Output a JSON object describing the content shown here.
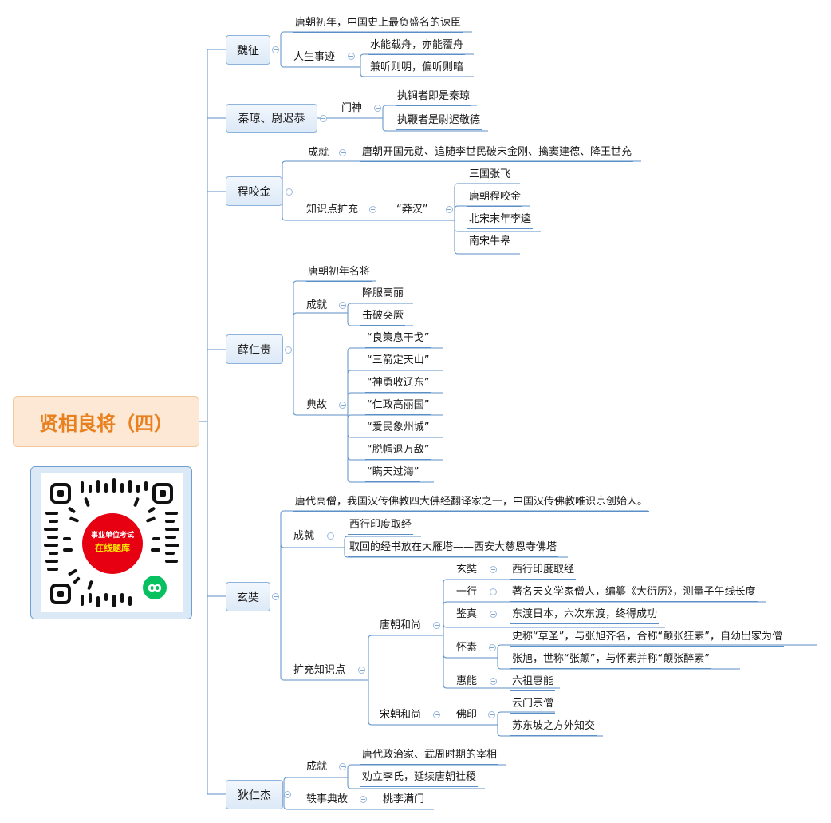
{
  "title": "贤相良将（四）",
  "qr": {
    "badge_line1": "事业单位考试",
    "badge_line2": "在线题库",
    "mini_icon": "wechat-miniprogram-icon"
  },
  "colors": {
    "root_fill": "#fde8d5",
    "root_text": "#e8801e",
    "line": "#5b8fc7",
    "box_fill": "#dce9f7"
  },
  "weizheng": {
    "name": "魏征",
    "intro": "唐朝初年，中国史上最负盛名的谏臣",
    "life": "人生事迹",
    "life_items": [
      "水能载舟，亦能覆舟",
      "兼听则明，偏听则暗"
    ]
  },
  "qinyu": {
    "name": "秦琼、尉迟恭",
    "door": "门神",
    "door_items": [
      "执锏者即是秦琼",
      "执鞭者是尉迟敬德"
    ]
  },
  "cheng": {
    "name": "程咬金",
    "achieve": "成就",
    "achieve_text": "唐朝开国元勋、追随李世民破宋金刚、擒窦建德、降王世充",
    "knowledge": "知识点扩充",
    "mang": "“莽汉”",
    "mang_items": [
      "三国张飞",
      "唐朝程咬金",
      "北宋末年李逵",
      "南宋牛皋"
    ]
  },
  "xue": {
    "name": "薛仁贵",
    "intro": "唐朝初年名将",
    "achieve": "成就",
    "achieve_items": [
      "降服高丽",
      "击破突厥"
    ],
    "story": "典故",
    "story_items": [
      "“良策息干戈”",
      "“三箭定天山”",
      "“神勇收辽东”",
      "“仁政高丽国”",
      "“爱民象州城”",
      "“脱帽退万敌”",
      "“瞒天过海”"
    ]
  },
  "xuan": {
    "name": "玄奘",
    "intro": "唐代高僧，我国汉传佛教四大佛经翻译家之一，中国汉传佛教唯识宗创始人。",
    "achieve": "成就",
    "achieve_items": [
      "西行印度取经",
      "取回的经书放在大雁塔——西安大慈恩寺佛塔"
    ],
    "ext": "扩充知识点",
    "tang": "唐朝和尚",
    "tang_items": [
      {
        "name": "玄奘",
        "desc": [
          "西行印度取经"
        ]
      },
      {
        "name": "一行",
        "desc": [
          "著名天文学家僧人，编纂《大衍历》，测量子午线长度"
        ]
      },
      {
        "name": "鉴真",
        "desc": [
          "东渡日本，六次东渡，终得成功"
        ]
      },
      {
        "name": "怀素",
        "desc": [
          "史称“草圣”，与张旭齐名，合称“颠张狂素”，自幼出家为僧",
          "张旭，世称“张颠”，与怀素并称“颠张醉素”"
        ]
      },
      {
        "name": "惠能",
        "desc": [
          "六祖惠能"
        ]
      }
    ],
    "song": "宋朝和尚",
    "song_name": "佛印",
    "song_items": [
      "云门宗僧",
      "苏东坡之方外知交"
    ]
  },
  "di": {
    "name": "狄仁杰",
    "achieve": "成就",
    "achieve_items": [
      "唐代政治家、武周时期的宰相",
      "劝立李氏，延续唐朝社稷"
    ],
    "anec": "轶事典故",
    "anec_item": "桃李满门"
  }
}
